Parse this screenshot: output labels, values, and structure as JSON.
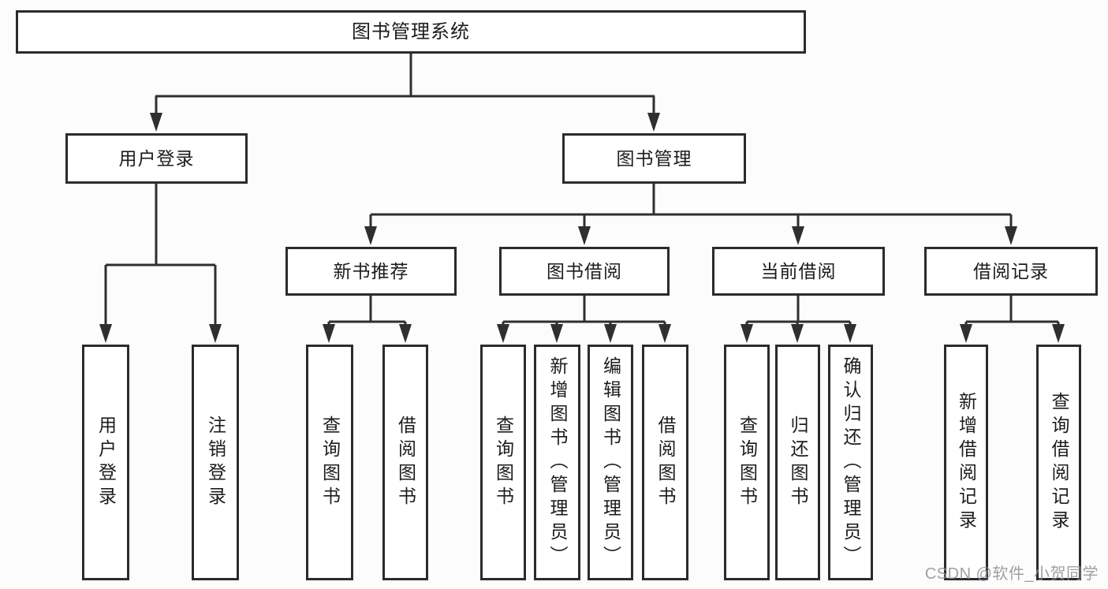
{
  "diagram": {
    "type": "hierarchy-flowchart",
    "colors": {
      "line": "#2f2f2f",
      "box_border": "#2b2b2b",
      "box_fill": "#ffffff",
      "text": "#1c1c1c",
      "watermark": "#8c9093"
    },
    "watermark": "CSDN @软件_小贺同学",
    "nodes": {
      "root": {
        "label": "图书管理系统"
      },
      "user_login": {
        "label": "用户登录"
      },
      "book_mgmt": {
        "label": "图书管理"
      },
      "new_book_rec": {
        "label": "新书推荐"
      },
      "book_borrow": {
        "label": "图书借阅"
      },
      "current_borrow": {
        "label": "当前借阅"
      },
      "borrow_record": {
        "label": "借阅记录"
      },
      "login": {
        "label": "用户登录"
      },
      "logout": {
        "label": "注销登录"
      },
      "nb_query": {
        "label": "查询图书"
      },
      "nb_borrow": {
        "label": "借阅图书"
      },
      "bb_query": {
        "label": "查询图书"
      },
      "bb_add": {
        "label": "新增图书（管理员）"
      },
      "bb_edit": {
        "label": "编辑图书（管理员）"
      },
      "bb_borrow": {
        "label": "借阅图书"
      },
      "cb_query": {
        "label": "查询图书"
      },
      "cb_return": {
        "label": "归还图书"
      },
      "cb_confirm": {
        "label": "确认归还（管理员）"
      },
      "br_add": {
        "label": "新增借阅记录"
      },
      "br_query": {
        "label": "查询借阅记录"
      }
    },
    "edges": [
      [
        "root",
        "user_login"
      ],
      [
        "root",
        "book_mgmt"
      ],
      [
        "user_login",
        "login"
      ],
      [
        "user_login",
        "logout"
      ],
      [
        "book_mgmt",
        "new_book_rec"
      ],
      [
        "book_mgmt",
        "book_borrow"
      ],
      [
        "book_mgmt",
        "current_borrow"
      ],
      [
        "book_mgmt",
        "borrow_record"
      ],
      [
        "new_book_rec",
        "nb_query"
      ],
      [
        "new_book_rec",
        "nb_borrow"
      ],
      [
        "book_borrow",
        "bb_query"
      ],
      [
        "book_borrow",
        "bb_add"
      ],
      [
        "book_borrow",
        "bb_edit"
      ],
      [
        "book_borrow",
        "bb_borrow"
      ],
      [
        "current_borrow",
        "cb_query"
      ],
      [
        "current_borrow",
        "cb_return"
      ],
      [
        "current_borrow",
        "cb_confirm"
      ],
      [
        "borrow_record",
        "br_add"
      ],
      [
        "borrow_record",
        "br_query"
      ]
    ]
  }
}
